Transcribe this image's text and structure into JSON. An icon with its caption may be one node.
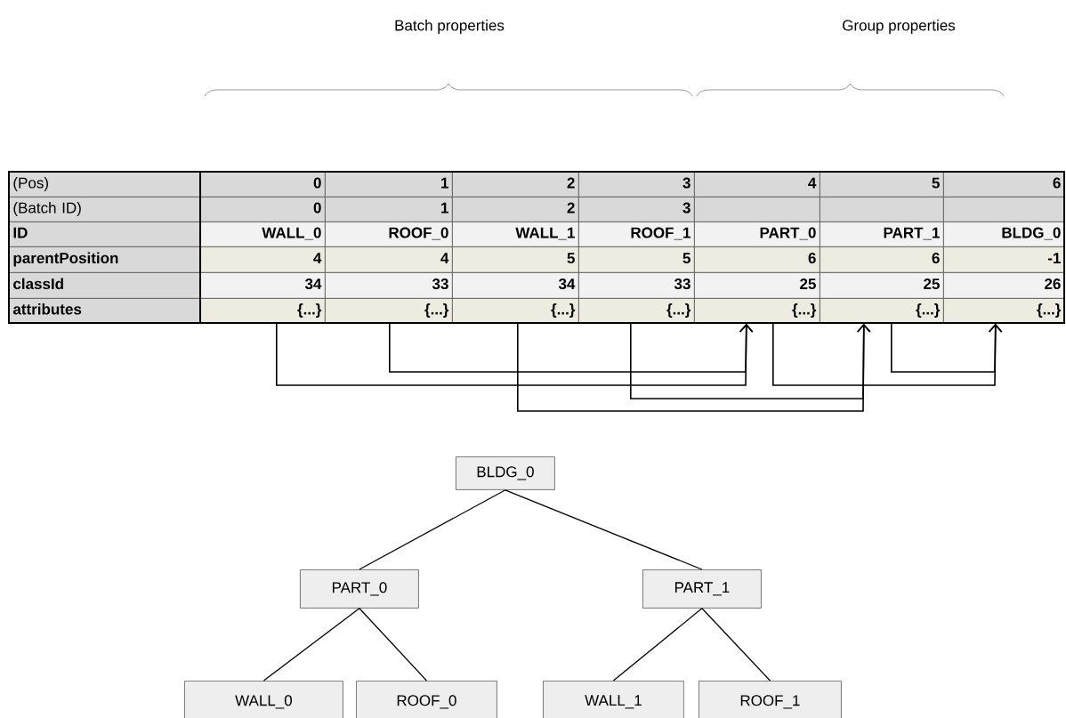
{
  "diagram": {
    "nodes": [
      {
        "text": [
          "{...}"
        ]
      },
      {
        "text": [
          "{...}"
        ]
      },
      {
        "text": [
          "{...}"
        ]
      },
      {
        "text": [
          "{...}"
        ]
      },
      {
        "text": [
          "{...}"
        ]
      },
      {
        "text": [
          "{...}"
        ]
      },
      {
        "text": [
          "{...}"
        ]
      },
      {
        "text": [
          "BLDG_0"
        ]
      },
      {
        "text": [
          "PART_0"
        ]
      },
      {
        "text": [
          "PART_1"
        ]
      },
      {
        "text": [
          "WALL_0"
        ]
      },
      {
        "text": [
          "ROOF_0"
        ]
      },
      {
        "text": [
          "WALL_1"
        ]
      },
      {
        "text": [
          "ROOF_1"
        ]
      }
    ],
    "edges": [
      {
        "from": 0,
        "to": 4,
        "arrow": "to"
      },
      {
        "from": 1,
        "to": 4,
        "arrow": "to"
      },
      {
        "from": 2,
        "to": 5,
        "arrow": "to"
      },
      {
        "from": 3,
        "to": 5,
        "arrow": "to"
      },
      {
        "from": 4,
        "to": 6,
        "arrow": "to"
      },
      {
        "from": 5,
        "to": 6,
        "arrow": "to"
      },
      {
        "from": 7,
        "to": 8,
        "arrow": "none"
      },
      {
        "from": 7,
        "to": 9,
        "arrow": "none"
      },
      {
        "from": 8,
        "to": 10,
        "arrow": "none"
      },
      {
        "from": 8,
        "to": 11,
        "arrow": "none"
      },
      {
        "from": 9,
        "to": 12,
        "arrow": "none"
      },
      {
        "from": 9,
        "to": 13,
        "arrow": "none"
      }
    ],
    "labels": [
      "Batch properties",
      "Group properties",
      "(Pos)",
      "0",
      "1",
      "2",
      "3",
      "4",
      "5",
      "6",
      "(Batch ID)",
      "0",
      "1",
      "2",
      "3",
      "ID",
      "WALL_0",
      "ROOF_0",
      "WALL_1",
      "ROOF_1",
      "PART_0",
      "PART_1",
      "BLDG_0",
      "parentPosition",
      "4",
      "4",
      "5",
      "5",
      "6",
      "6",
      "-1",
      "classId",
      "34",
      "33",
      "34",
      "33",
      "25",
      "25",
      "26",
      "attributes"
    ]
  }
}
